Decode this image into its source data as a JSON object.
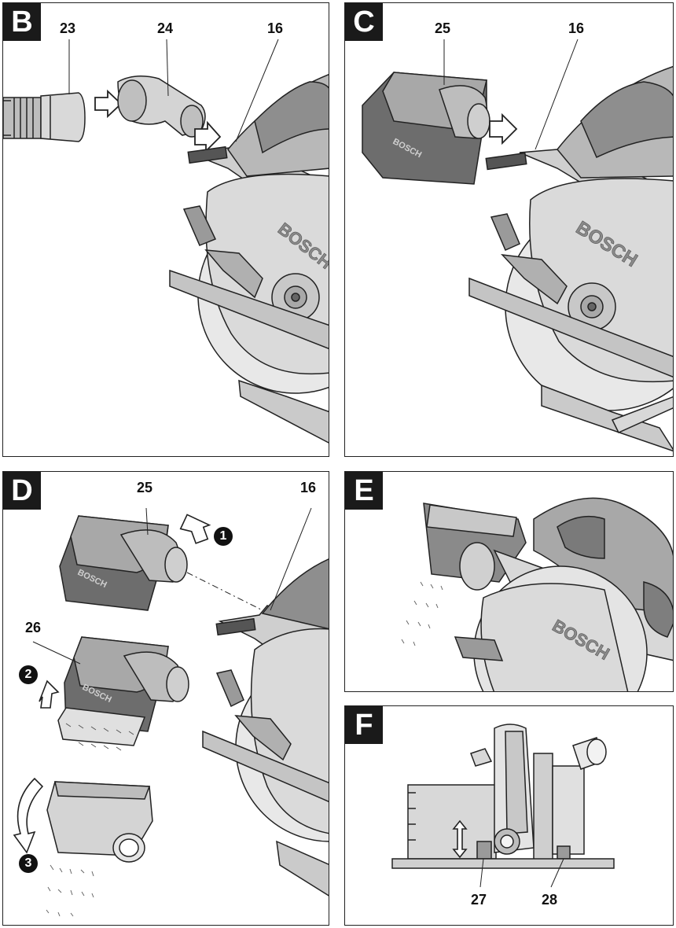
{
  "panels": {
    "B": {
      "letter": "B",
      "callouts": [
        "23",
        "24",
        "16"
      ]
    },
    "C": {
      "letter": "C",
      "callouts": [
        "25",
        "16"
      ]
    },
    "D": {
      "letter": "D",
      "callouts": [
        "25",
        "16",
        "26"
      ],
      "steps": [
        "1",
        "2",
        "3"
      ]
    },
    "E": {
      "letter": "E"
    },
    "F": {
      "letter": "F",
      "callouts": [
        "27",
        "28"
      ]
    }
  },
  "brand": "BOSCH"
}
